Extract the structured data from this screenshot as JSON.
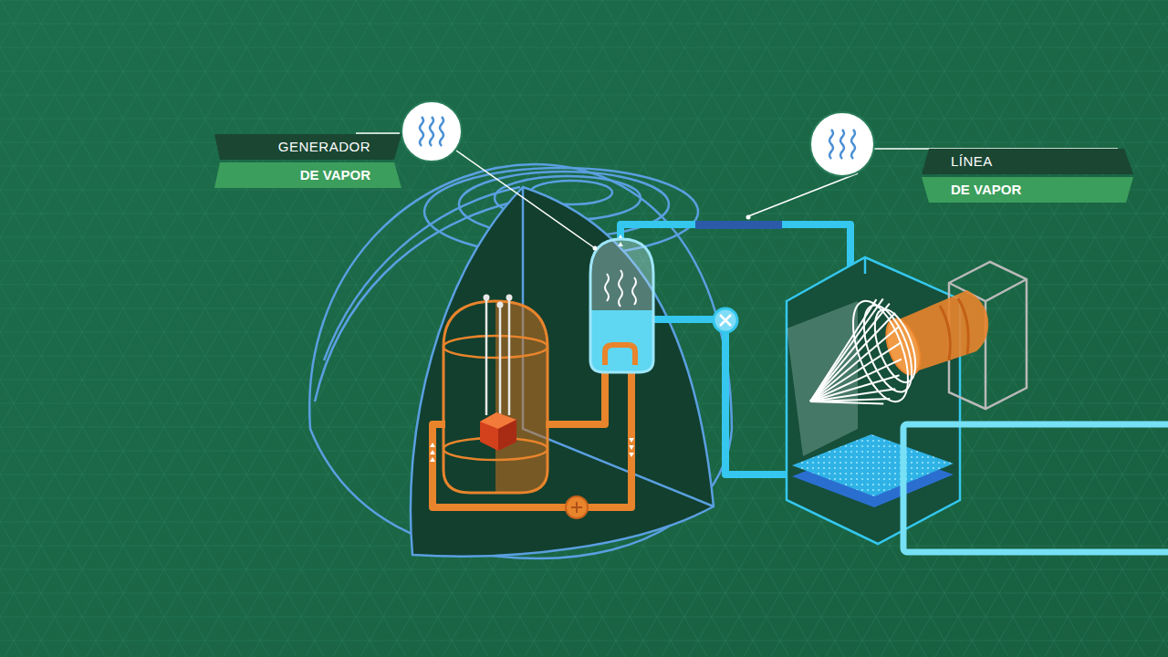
{
  "diagram": {
    "nodes": [
      {
        "text": [
          "GENERADOR",
          "DE VAPOR"
        ]
      },
      {
        "text": [
          "LÍNEA",
          "DE VAPOR"
        ]
      }
    ]
  }
}
